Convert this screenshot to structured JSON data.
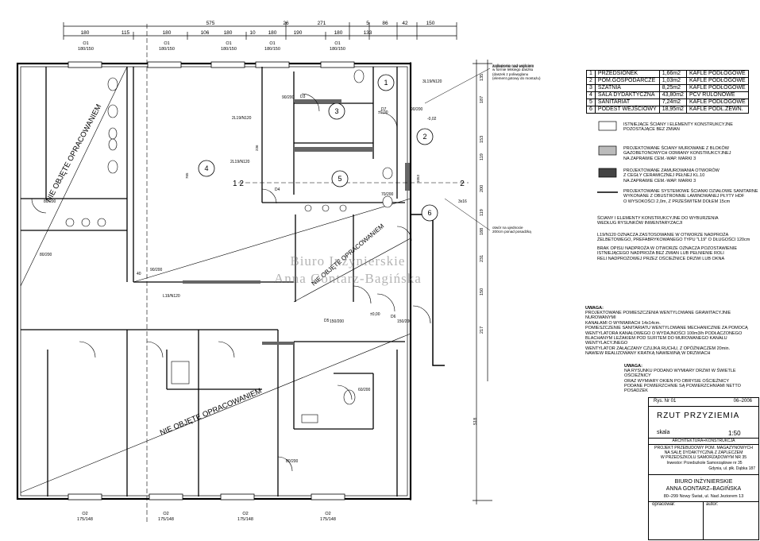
{
  "dimensions_top": {
    "row1": [
      "575",
      "26",
      "271",
      "5",
      "86",
      "42",
      "150"
    ],
    "row2": [
      "180",
      "115",
      "180",
      "106",
      "180",
      "10",
      "180",
      "190",
      "180",
      "133"
    ]
  },
  "dimensions_right": [
    "135",
    "187",
    "153",
    "119",
    "200",
    "119",
    "188",
    "231",
    "150",
    "217",
    "518"
  ],
  "window_marks_top": [
    {
      "code": "O1",
      "size": "180/150"
    },
    {
      "code": "O1",
      "size": "180/150"
    },
    {
      "code": "O1",
      "size": "180/150"
    },
    {
      "code": "O1",
      "size": "180/150"
    },
    {
      "code": "O1",
      "size": "180/150"
    }
  ],
  "window_marks_bottom": [
    {
      "code": "O2",
      "size": "175/148"
    },
    {
      "code": "O2",
      "size": "175/148"
    },
    {
      "code": "O2",
      "size": "175/148"
    },
    {
      "code": "O2",
      "size": "175/148"
    }
  ],
  "rooms": [
    {
      "no": "1",
      "name": "PRZEDSIONEK",
      "area": "1,66m2",
      "floor": "KAFLE PODŁOGOWE"
    },
    {
      "no": "2",
      "name": "POM.GOSPODARCZE",
      "area": "1,03m2",
      "floor": "KAFLE PODŁOGOWE"
    },
    {
      "no": "3",
      "name": "SZATNIA",
      "area": "8,25m2",
      "floor": "KAFLE PODŁOGOWE"
    },
    {
      "no": "4",
      "name": "SALA DYDAKTYCZNA",
      "area": "43,80m2",
      "floor": "PCV RULONOWE"
    },
    {
      "no": "5",
      "name": "SANITARIAT",
      "area": "7,24m2",
      "floor": "KAFLE PODŁOGOWE"
    },
    {
      "no": "6",
      "name": "PODEST WEJŚCIOWY",
      "area": "18,95m2",
      "floor": "KAFLE PODŁ.ZEWN."
    }
  ],
  "legend": [
    {
      "text": "ISTNIEJĄCE ŚCIANY I ELEMENTY KONSTRUKCYJNE\nPOZOSTAJĄCE BEZ ZMIAN"
    },
    {
      "text": "PROJEKTOWANE ŚCIANY MUROWANE Z BLOKÓW\nGAZOBETONOWYCH ODMIANY KONSTRUKCYJNEJ\nNA ZAPRAWIE CEM.-WAP. MARKI 3"
    },
    {
      "text": "PROJEKTOWANE ZAMUROWANIA OTWORÓW\nZ CEGŁY CERAMICZNEJ PEŁNEJ KL.10\nNA ZAPRAWIE CEM.-WAP. MARKI 3"
    },
    {
      "text": "PROJEKTOWANE SYSTEMOWE ŚCIANKI DZIAŁOWE SANITARNE\nWYKONANE Z OBUSTRONNIE LAMINOWANEJ PŁYTY HDF\nO WYSOKOŚCI 2,0m, Z PRZEŚWITEM DOŁEM 15cm"
    }
  ],
  "notes": {
    "not_in_scope": "ŚCIANY I ELEMENTY KONSTRUKCYJNE DO WYBURZENIA\nWEDŁUG RYSUNKÓW INWENTARYZACJI",
    "lintel": "L19/N120 OZNACZA ZASTOSOWANIE W OTWORZE NADPROŻA\nŻELBETOWEGO, PREFABRYKOWANEGO TYPU \"L19\" O DŁUGOŚCI 120cm",
    "no_lintel": "BRAK OPISU NADPROŻA W OTWORZE OZNACZA POZOSTAWIENIE\nISTNIEJĄCEGO NADPROŻA BEZ ZMIAN LUB PEŁNIENIE ROLI\nRELI NADPROŻOWEJ PRZEZ OŚCIEŻNICE DRZWI LUB OKNA",
    "uwaga1_title": "UWAGA:",
    "uwaga1": "PROJEKTOWANE POMIESZCZENIA WENTYLOWANE GRAWITACYJNIE NUROWANYMI\nKANAŁAMI O WYMIARACH 14x14cm.\nPOMIESZCZENIE SANITARIATU WENTYLOWANE MECHANICZNIE ZA POMOCĄ\nWENTYLATORA KANAŁOWEGO O WYDAJNOŚCI 100m3/h PODŁĄCZONEGO\nBLACHANYM LEŻAKIEM POD SUFITEM DO MUROWANEGO KANAŁU WENTYLACYJNEGO\nWENTYLATOR ZAŁĄCZANY CZUJKĄ RUCHU, Z OPÓŹNIACZEM 20min.\nNAWIEW REALIZOWANY KRATKĄ NAWIEWNĄ W DRZWIACH",
    "uwaga2_title": "UWAGA:",
    "uwaga2": "NA RYSUNKU PODANO WYMIARY DRZWI W ŚWIETLE OŚCIEŻNICY\nORAZ WYMIARY OKIEN PO OBRYSIE OŚCIEŻNICY",
    "uwaga3": "PODANE POWIERZCHNIE SĄ POWIERZCHNIAMI NETTO POSADZEK"
  },
  "plan_labels": {
    "not_in_scope": "NIE OBJĘTE OPRACOWANIEM",
    "room_4": "4",
    "room_3": "3",
    "room_5": "5",
    "room_1": "1",
    "room_2": "2",
    "room_6": "6",
    "section_left": "1 2",
    "section_right": "2",
    "l19_a": "2L19/N120",
    "l19_b": "2L19/N120",
    "l19_c": "3L19/N120",
    "l19_d": "L19/N120",
    "level_a": "±0,00",
    "level_b": "±0,00",
    "level_c": "-0,02",
    "note_window": "zaślepienie nad wejściem\nw formie lekkiego daszku\n(daszek z poliwęglanu\n(element gotowy do montażu)",
    "note_blocks": "otwór na ujednocie\n200cm ponad posadzką",
    "door_d3": "D3",
    "door_d4": "D4",
    "door_d5": "D5",
    "door_d6": "D6",
    "door_d7": "D7",
    "door_sizes": [
      "90/200",
      "90/200",
      "80/200",
      "80/200",
      "60/200",
      "90/200",
      "150/200",
      "150/200",
      "70/200",
      "80/200"
    ],
    "dim_765": "765",
    "dim_236": "236",
    "dim_1053": "1053",
    "dim_3x16": "3x16",
    "dim_40": "40"
  },
  "watermark": {
    "line1": "Biuro Inżynierskie",
    "line2": "Anna Gontarz-Bagińska"
  },
  "title_block": {
    "drawing_no": "Rys. Nr 01",
    "date": "06–2006",
    "title": "RZUT PRZYZIEMIA",
    "scale_label": "skala",
    "scale_value": "1:50",
    "branch": "ARCHITEKTURA+KONSTRUKCJA",
    "project": "PROJEKT PRZEBUDOWY POM. MAGAZYNOWYCH\nNA SALĘ DYDAKTYCZNĄ Z ZAPLECZEM\nW PRZEDSZKOLU SAMORZĄDOWYM NR 35",
    "investor": "Inwestor: Przedszkole Samorządowe nr 35",
    "investor_address": "Gdynia, ul. płk. Dąbka 187",
    "office": "BIURO INŻYNIERSKIE",
    "office_name": "ANNA GONTARZ–BAGIŃSKA",
    "office_address": "80–299 Nowy Świat, ul. Nad Jeziorem 13",
    "prepared_label": "opracował:",
    "author_label": "autor:"
  }
}
